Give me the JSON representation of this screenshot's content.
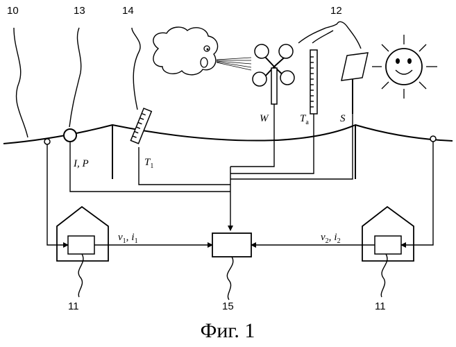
{
  "refs": {
    "line": "10",
    "station_left": "11",
    "station_right": "11",
    "weather_group": "12",
    "current_sensor": "13",
    "conductor_temp_sensor": "14",
    "central_unit": "15"
  },
  "signals": {
    "current_power": "I, P",
    "conductor_temp": "T",
    "conductor_temp_sub": "1",
    "wind": "W",
    "ambient_temp": "T",
    "ambient_temp_sub": "a",
    "solar": "S",
    "left_v": "v",
    "left_v_sub": "1",
    "left_i": "i",
    "left_i_sub": "1",
    "right_v": "v",
    "right_v_sub": "2",
    "right_i": "i",
    "right_i_sub": "2",
    "sep": ","
  },
  "caption": "Фиг. 1"
}
